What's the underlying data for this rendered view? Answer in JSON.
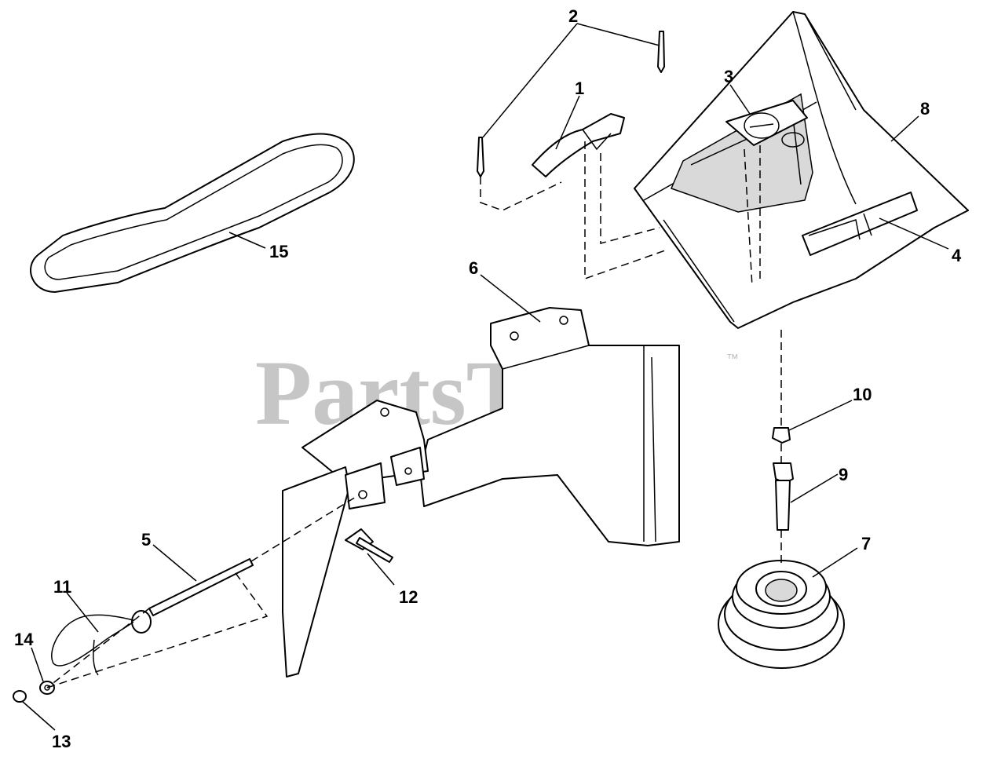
{
  "watermark": {
    "text": "PartsTree",
    "trademark": "™"
  },
  "callouts": {
    "c1": "1",
    "c2": "2",
    "c3": "3",
    "c4": "4",
    "c5": "5",
    "c6": "6",
    "c7": "7",
    "c8": "8",
    "c9": "9",
    "c10": "10",
    "c11": "11",
    "c12": "12",
    "c13": "13",
    "c14": "14",
    "c15": "15"
  },
  "colors": {
    "line": "#000000",
    "watermark": "#bdbdbd",
    "background": "#ffffff"
  }
}
